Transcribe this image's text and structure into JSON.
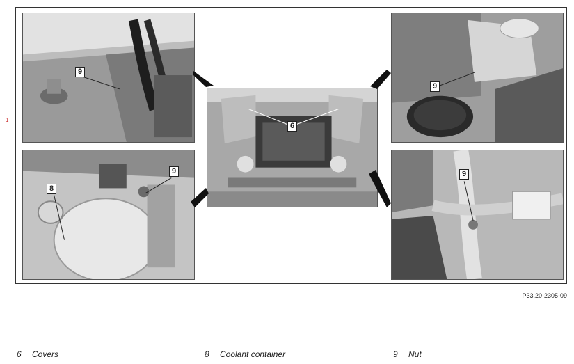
{
  "margin_mark": "1",
  "reference_code": "P33.20-2305-09",
  "callouts": {
    "panel_top_left": "9",
    "panel_center_left": "6",
    "panel_center_right": "6",
    "panel_top_right": "9",
    "panel_bottom_left_8": "8",
    "panel_bottom_left_9": "9",
    "panel_bottom_right": "9"
  },
  "legend": [
    {
      "number": "6",
      "label": "Covers"
    },
    {
      "number": "8",
      "label": "Coolant container"
    },
    {
      "number": "9",
      "label": "Nut"
    }
  ]
}
